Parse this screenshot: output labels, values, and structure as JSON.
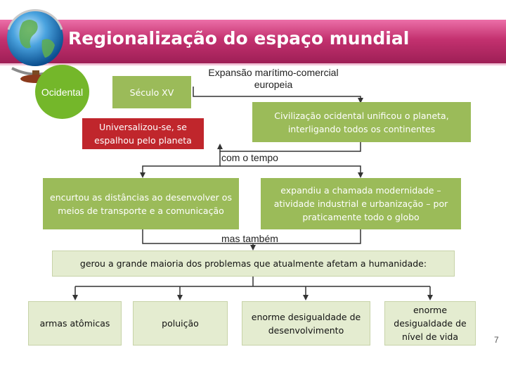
{
  "title": "Regionalização do espaço mundial",
  "colors": {
    "header": "#c3316f",
    "green": "#9bbb59",
    "red": "#c0262c",
    "pale": "#e4ecd0",
    "circle": "#74b72a"
  },
  "diagram": {
    "circle_label": "Ocidental",
    "seculo": "Século XV",
    "expansao": "Expansão marítimo-comercial europeia",
    "civilizacao": "Civilização ocidental unificou o planeta, interligando todos os continentes",
    "universalizou": "Universalizou-se, se espalhou pelo planeta",
    "com_o_tempo": "com o tempo",
    "encurtou": "encurtou as distâncias ao desenvolver os meios de transporte e a comunicação",
    "expandiu": "expandiu a chamada modernidade – atividade industrial e urbanização – por praticamente todo o globo",
    "mas_tambem": "mas também",
    "gerou": "gerou a grande maioria dos problemas que atualmente afetam a humanidade:",
    "problems": [
      "armas atômicas",
      "poluição",
      "enorme desigualdade de desenvolvimento",
      "enorme desigualdade de nível de vida"
    ]
  },
  "page_number": "7"
}
